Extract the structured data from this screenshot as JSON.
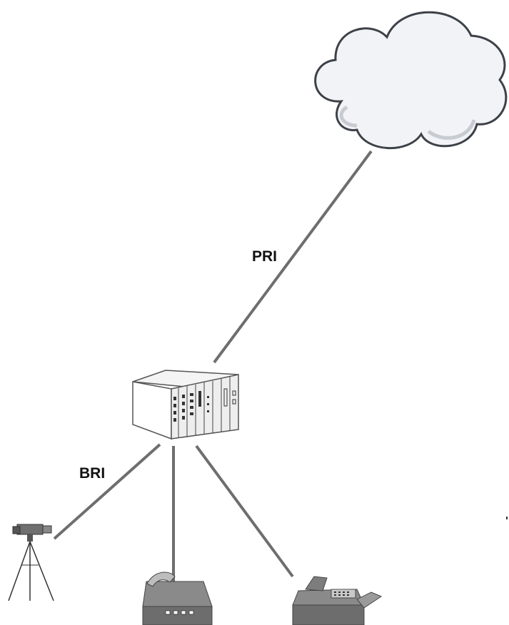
{
  "links": [
    {
      "name": "pri-link",
      "label": "PRI",
      "from": "pbx",
      "to": "network-cloud"
    },
    {
      "name": "bri-link",
      "label": "BRI",
      "from": "pbx",
      "to": "video-camera"
    },
    {
      "name": "phone-link",
      "label": "",
      "from": "pbx",
      "to": "telephone"
    },
    {
      "name": "fax-link",
      "label": "",
      "from": "pbx",
      "to": "fax-machine"
    }
  ],
  "nodes": {
    "cloud": "network-cloud",
    "pbx": "pbx-switch",
    "camera": "video-camera",
    "phone": "telephone",
    "fax": "fax-machine"
  },
  "colors": {
    "line": "#6e6e6e",
    "cloud_fill": "#f1f3f6",
    "cloud_stroke": "#3d4148",
    "device_fill": "#8a8a8a"
  }
}
